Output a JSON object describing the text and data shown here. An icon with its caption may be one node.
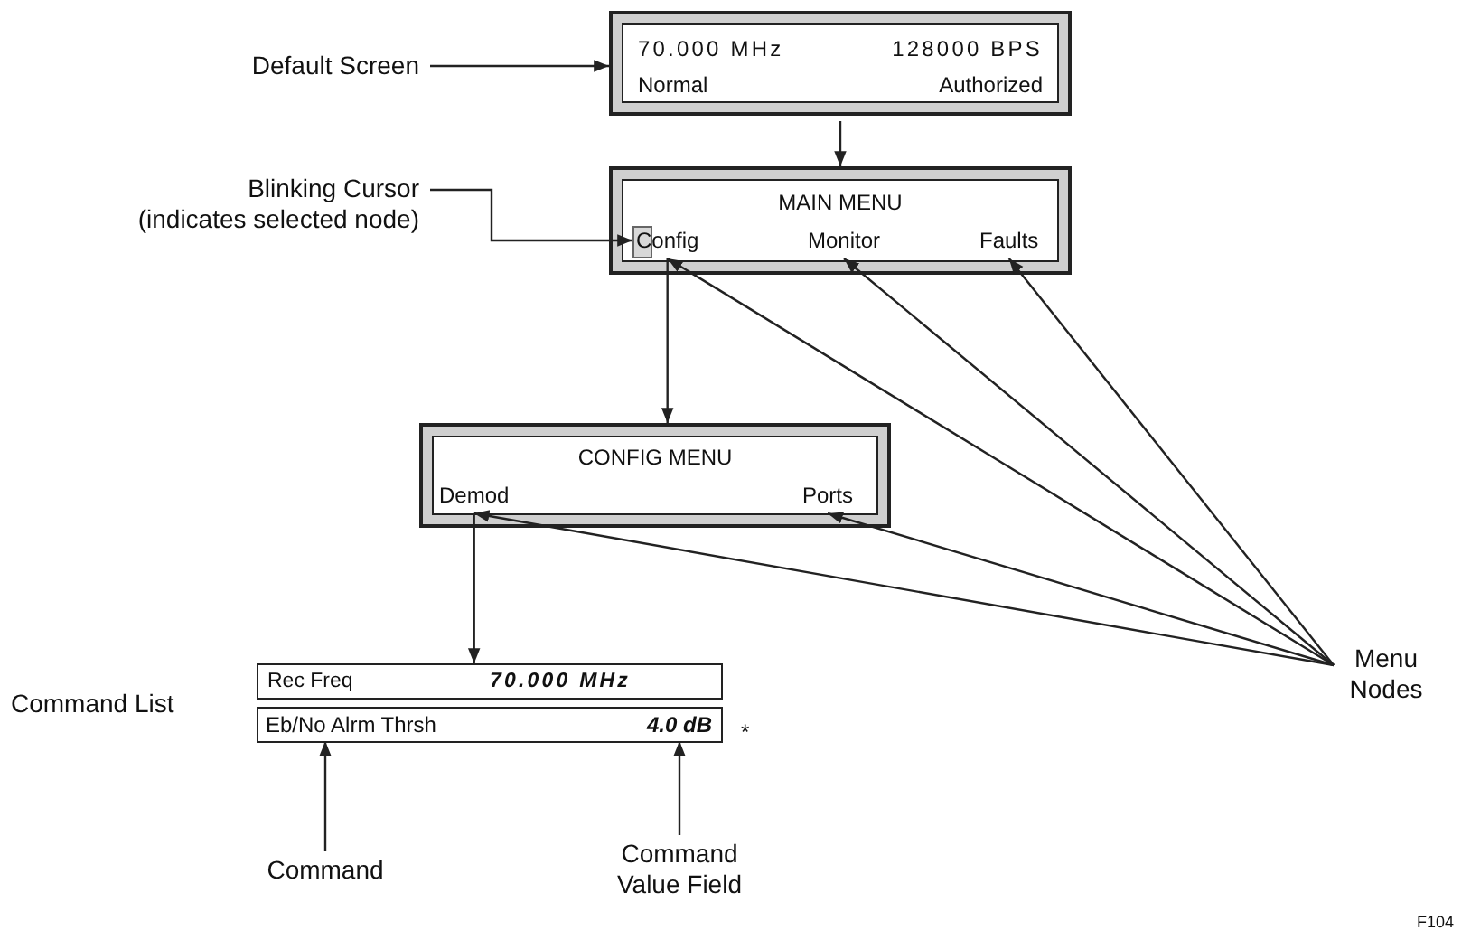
{
  "diagram": {
    "nodes": [
      {
        "text": [
          "Default Screen"
        ]
      },
      {
        "text": [
          "70.000 MHz",
          "128000 BPS",
          "Normal",
          "Authorized"
        ]
      },
      {
        "text": [
          "Blinking Cursor (indicates selected node)"
        ]
      },
      {
        "text": [
          "MAIN MENU"
        ]
      },
      {
        "text": [
          "Config"
        ],
        "in": 3
      },
      {
        "text": [
          "Monitor"
        ],
        "in": 3
      },
      {
        "text": [
          "Faults"
        ],
        "in": 3
      },
      {
        "text": [
          "CONFIG MENU"
        ]
      },
      {
        "text": [
          "Demod"
        ],
        "in": 7
      },
      {
        "text": [
          "Ports"
        ],
        "in": 7
      },
      {
        "text": [
          "Command List"
        ]
      },
      {
        "text": [
          "Rec Freq",
          "70.000 MHz"
        ]
      },
      {
        "text": [],
        "shape": "box",
        "beside": [
          "*"
        ]
      },
      {
        "text": [
          "Eb/No Alrm Thrsh"
        ],
        "in": 12
      },
      {
        "text": [
          "4.0 dB"
        ],
        "in": 12
      },
      {
        "text": [
          "Command"
        ]
      },
      {
        "text": [
          "Command Value Field"
        ]
      },
      {
        "text": [
          "Menu Nodes"
        ]
      }
    ],
    "edges": [
      {
        "from": 0,
        "to": 1,
        "arrow": "to"
      },
      {
        "from": 1,
        "to": 3,
        "arrow": "to"
      },
      {
        "from": 2,
        "to": 4,
        "arrow": "to"
      },
      {
        "from": 4,
        "to": 7,
        "arrow": "to"
      },
      {
        "from": 8,
        "to": 11,
        "arrow": "to"
      },
      {
        "from": 15,
        "to": 13,
        "arrow": "to"
      },
      {
        "from": 16,
        "to": 14,
        "arrow": "to"
      },
      {
        "from": 17,
        "to": 4,
        "arrow": "to"
      },
      {
        "from": 17,
        "to": 5,
        "arrow": "to"
      },
      {
        "from": 17,
        "to": 6,
        "arrow": "to"
      },
      {
        "from": 17,
        "to": 8,
        "arrow": "to"
      },
      {
        "from": 17,
        "to": 9,
        "arrow": "to"
      }
    ],
    "labels": [
      "F104"
    ]
  }
}
